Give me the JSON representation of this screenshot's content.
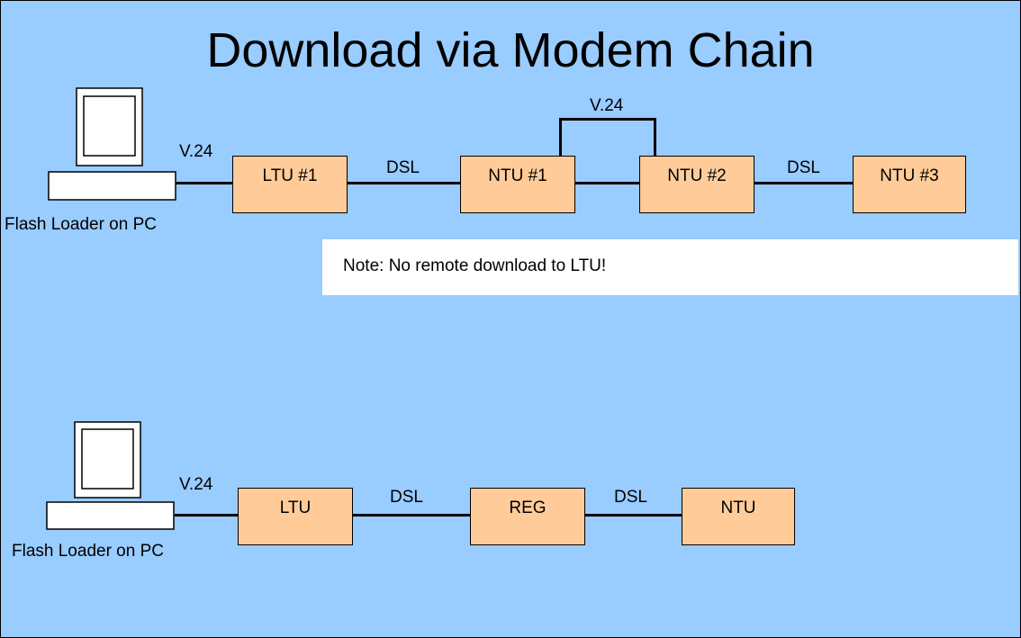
{
  "title": "Download via Modem Chain",
  "note": "Note: No remote download to LTU!",
  "chain1": {
    "pc_label": "Flash Loader on PC",
    "link_pc": "V.24",
    "nodes": [
      "LTU #1",
      "NTU #1",
      "NTU #2",
      "NTU #3"
    ],
    "link_dsl_1": "DSL",
    "link_v24_bridge": "V.24",
    "link_dsl_2": "DSL"
  },
  "chain2": {
    "pc_label": "Flash Loader on PC",
    "link_pc": "V.24",
    "nodes": [
      "LTU",
      "REG",
      "NTU"
    ],
    "link_dsl_1": "DSL",
    "link_dsl_2": "DSL"
  },
  "colors": {
    "background": "#99ccff",
    "node_fill": "#ffcc99",
    "note_fill": "#ffffff"
  },
  "icons": [
    "computer-icon"
  ]
}
